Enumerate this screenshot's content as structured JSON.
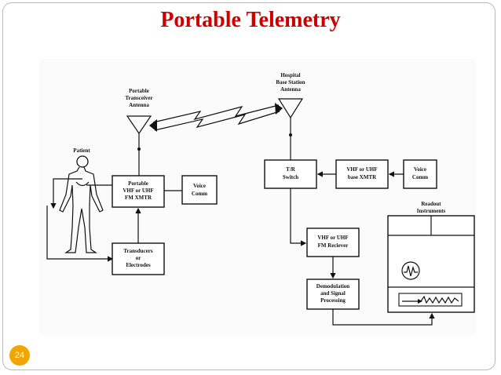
{
  "slide": {
    "title": "Portable Telemetry",
    "page_number": "24"
  },
  "diagram": {
    "patient_label": "Patient",
    "portable_antenna": [
      "Portable",
      "Transceiver",
      "Antenna"
    ],
    "hospital_antenna": [
      "Hospital",
      "Base Station",
      "Antenna"
    ],
    "portable_xmtr": [
      "Portable",
      "VHF or UHF",
      "FM XMTR"
    ],
    "voice_comm_left": [
      "Voice",
      "Comm"
    ],
    "transducers": [
      "Transducers",
      "or",
      "Electrodes"
    ],
    "tr_switch": [
      "T/R",
      "Switch"
    ],
    "base_xmtr": [
      "VHF or UHF",
      "base XMTR"
    ],
    "voice_comm_right": [
      "Voice",
      "Comm"
    ],
    "fm_receiver": [
      "VHF or UHF",
      "FM Reciever"
    ],
    "demodulation": [
      "Demodulation",
      "and Signal",
      "Processing"
    ],
    "readout": [
      "Readout",
      "Instruments"
    ]
  }
}
